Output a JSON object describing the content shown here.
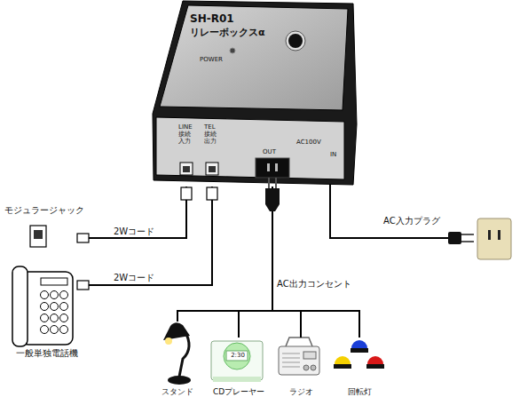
{
  "diagram": {
    "nodes": [
      {
        "text": [
          "SH-R01",
          "リレーボックスα",
          "POWER",
          "LINE 接続 入力",
          "TEL 接続 出力",
          "OUT",
          "AC100V",
          "IN"
        ]
      },
      {
        "text": [
          "モジュラージャック"
        ]
      },
      {
        "text": [
          "一般単独電話機"
        ]
      },
      {
        "text": [
          "スタンド"
        ]
      },
      {
        "text": [
          "CDプレーヤー"
        ]
      },
      {
        "text": [
          "ラジオ"
        ]
      },
      {
        "text": [
          "回転灯"
        ]
      }
    ],
    "edges": [
      {
        "from": 0,
        "to": 1,
        "label": "2Wコード",
        "arrow": "none"
      },
      {
        "from": 0,
        "to": 2,
        "label": "2Wコード",
        "arrow": "none"
      },
      {
        "from": 0,
        "to": 3,
        "arrow": "none"
      },
      {
        "from": 0,
        "to": 4,
        "arrow": "none"
      },
      {
        "from": 0,
        "to": 5,
        "arrow": "none"
      },
      {
        "from": 0,
        "to": 6,
        "arrow": "none"
      }
    ],
    "labels": [
      "AC入力プラグ",
      "AC出力コンセント",
      "2:30"
    ]
  }
}
